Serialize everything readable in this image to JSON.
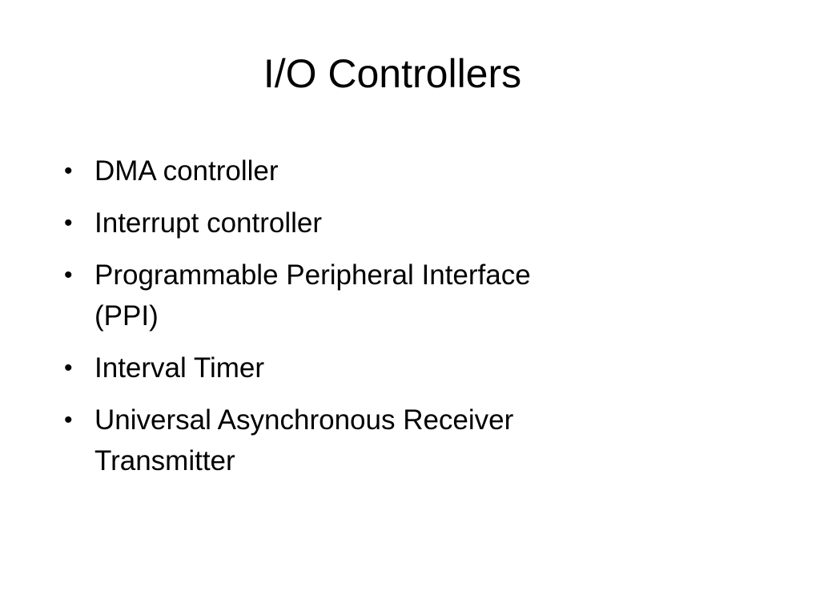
{
  "slide": {
    "title": "I/O Controllers",
    "bullets": [
      {
        "text": "DMA controller"
      },
      {
        "text": "Interrupt controller"
      },
      {
        "text": "Programmable Peripheral Interface (PPI)"
      },
      {
        "text": "Interval Timer"
      },
      {
        "text": "Universal Asynchronous Receiver Transmitter"
      }
    ],
    "bullet_glyph": "•"
  },
  "colors": {
    "background": "#ffffff",
    "text": "#000000"
  }
}
